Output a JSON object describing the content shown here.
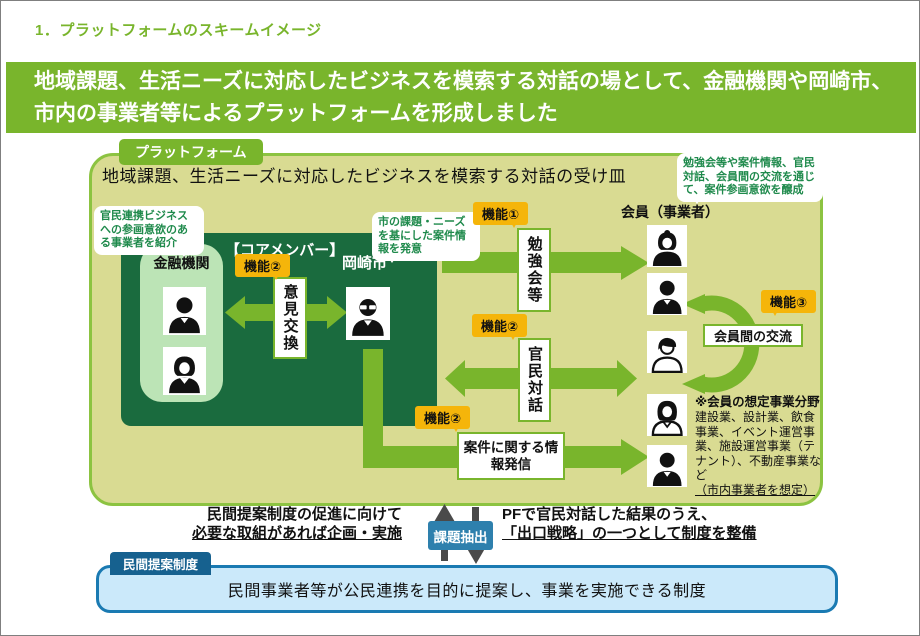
{
  "page": {
    "title": "1．プラットフォームのスキームイメージ",
    "banner": "地域課題、生活ニーズに対応したビジネスを模索する対話の場として、金融機関や岡崎市、市内の事業者等によるプラットフォームを形成しました"
  },
  "platform": {
    "tag": "プラットフォーム",
    "subtitle": "地域課題、生活ニーズに対応したビジネスを模索する対話の受け皿",
    "callouts": {
      "intro": "官民連携ビジネスへの参画意欲のある事業者を紹介",
      "city": "市の課題・ニーズを基にした案件情報を発意",
      "members": "勉強会等や案件情報、官民対話、会員間の交流を通じて、案件参画意欲を醸成"
    },
    "core": {
      "title": "【コアメンバー】",
      "bank_label": "金融機関",
      "city_label": "岡崎市",
      "func_tag": "機能②",
      "exchange_label": "意見交換"
    },
    "functions": {
      "f1": {
        "tag": "機能①",
        "label": "勉強会等"
      },
      "f2": {
        "tag": "機能②",
        "label": "官民対話"
      },
      "f2b": {
        "tag": "機能②",
        "label": "案件に関する情報発信"
      },
      "f3": {
        "tag": "機能③",
        "label": "会員間の交流"
      }
    },
    "members": {
      "heading": "会員（事業者）",
      "note_title": "※会員の想定事業分野",
      "note_body": "建設業、設計業、飲食事業、イベント運営事業、施設運営事業（テナント）、不動産事業など",
      "note_sub": "（市内事業者を想定）"
    }
  },
  "bottom": {
    "promo_left1": "民間提案制度の促進に向けて",
    "promo_left2": "必要な取組があれば企画・実施",
    "extract_label": "課題抽出",
    "promo_right1": "PFで官民対話した結果のうえ、",
    "promo_right2": "「出口戦略」の一つとして制度を整備",
    "system_tag": "民間提案制度",
    "system_text": "民間事業者等が公民連携を目的に提案し、事業を実施できる制度"
  },
  "icons": {
    "bank_members": [
      "businessman-icon",
      "businesswoman-icon"
    ],
    "city_member": "man-with-glasses-icon",
    "members_column": [
      "elderly-woman-icon",
      "businessman-icon",
      "young-person-icon",
      "woman-icon",
      "businessman-icon"
    ]
  },
  "colors": {
    "green": "#79b52c",
    "green_border": "#8cc341",
    "dark_green": "#1a6b3e",
    "light_green": "#bce4b6",
    "olive_bg": "#d9db92",
    "yellow": "#f5b50a",
    "callout_green": "#1f8a4c",
    "blue": "#2e80ad",
    "dark_blue": "#16618f",
    "light_blue_bg": "#cbe9fa",
    "blue_border": "#1a7ab2",
    "gray_arrow": "#4a4a4a"
  }
}
